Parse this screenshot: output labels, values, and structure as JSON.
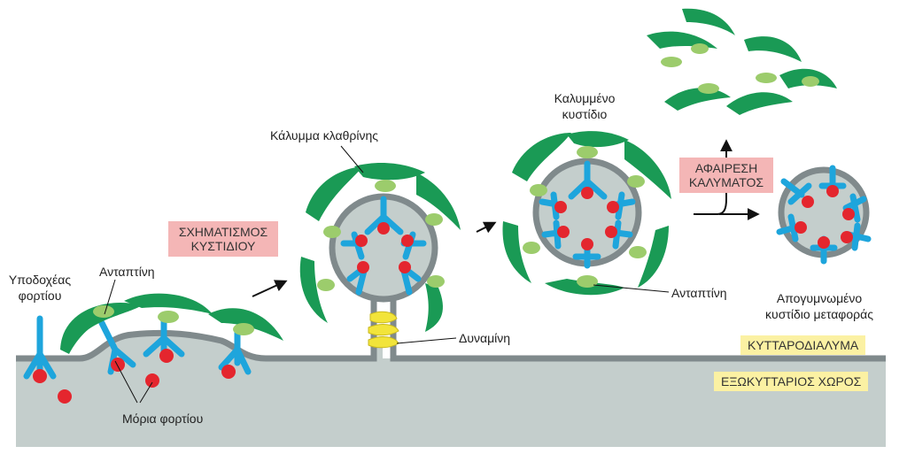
{
  "labels": {
    "cargo_receptor": [
      "Υποδοχέας",
      "φορτίου"
    ],
    "adaptin_left": "Ανταπτίνη",
    "cargo_molecules": "Μόρια φορτίου",
    "clathrin_coat": "Κάλυμμα κλαθρίνης",
    "vesicle_formation": [
      "ΣΧΗΜΑΤΙΣΜΟΣ",
      "ΚΥΣΤΙΔΙΟΥ"
    ],
    "dynamin": "Δυναμίνη",
    "coated_vesicle": [
      "Καλυμμένο",
      "κυστίδιο"
    ],
    "adaptin_right": "Ανταπτίνη",
    "coat_removal": [
      "ΑΦΑΙΡΕΣΗ",
      "ΚΑΛΥΜΑΤΟΣ"
    ],
    "naked_vesicle": [
      "Απογυμνωμένο",
      "κυστίδιο μεταφοράς"
    ],
    "cytosol": "ΚΥΤΤΑΡΟΔΙΑΛΥΜΑ",
    "extracellular": "ΕΞΩΚΥΤΤΑΡΙΟΣ ΧΩΡΟΣ"
  },
  "colors": {
    "clathrin": "#1a9a55",
    "adaptin": "#9ccc6c",
    "receptor": "#1ea5dc",
    "cargo": "#e4262e",
    "membrane": "#808a8c",
    "lumen": "#c4cecc",
    "dynamin": "#f2e43a",
    "pink_box": "#f4b6b6",
    "yellow_box": "#fbf1a3"
  },
  "icons": [
    "clathrin-triskelion-icon",
    "adaptin-icon",
    "cargo-receptor-icon",
    "cargo-molecule-icon",
    "dynamin-ring-icon",
    "arrow-icon"
  ]
}
